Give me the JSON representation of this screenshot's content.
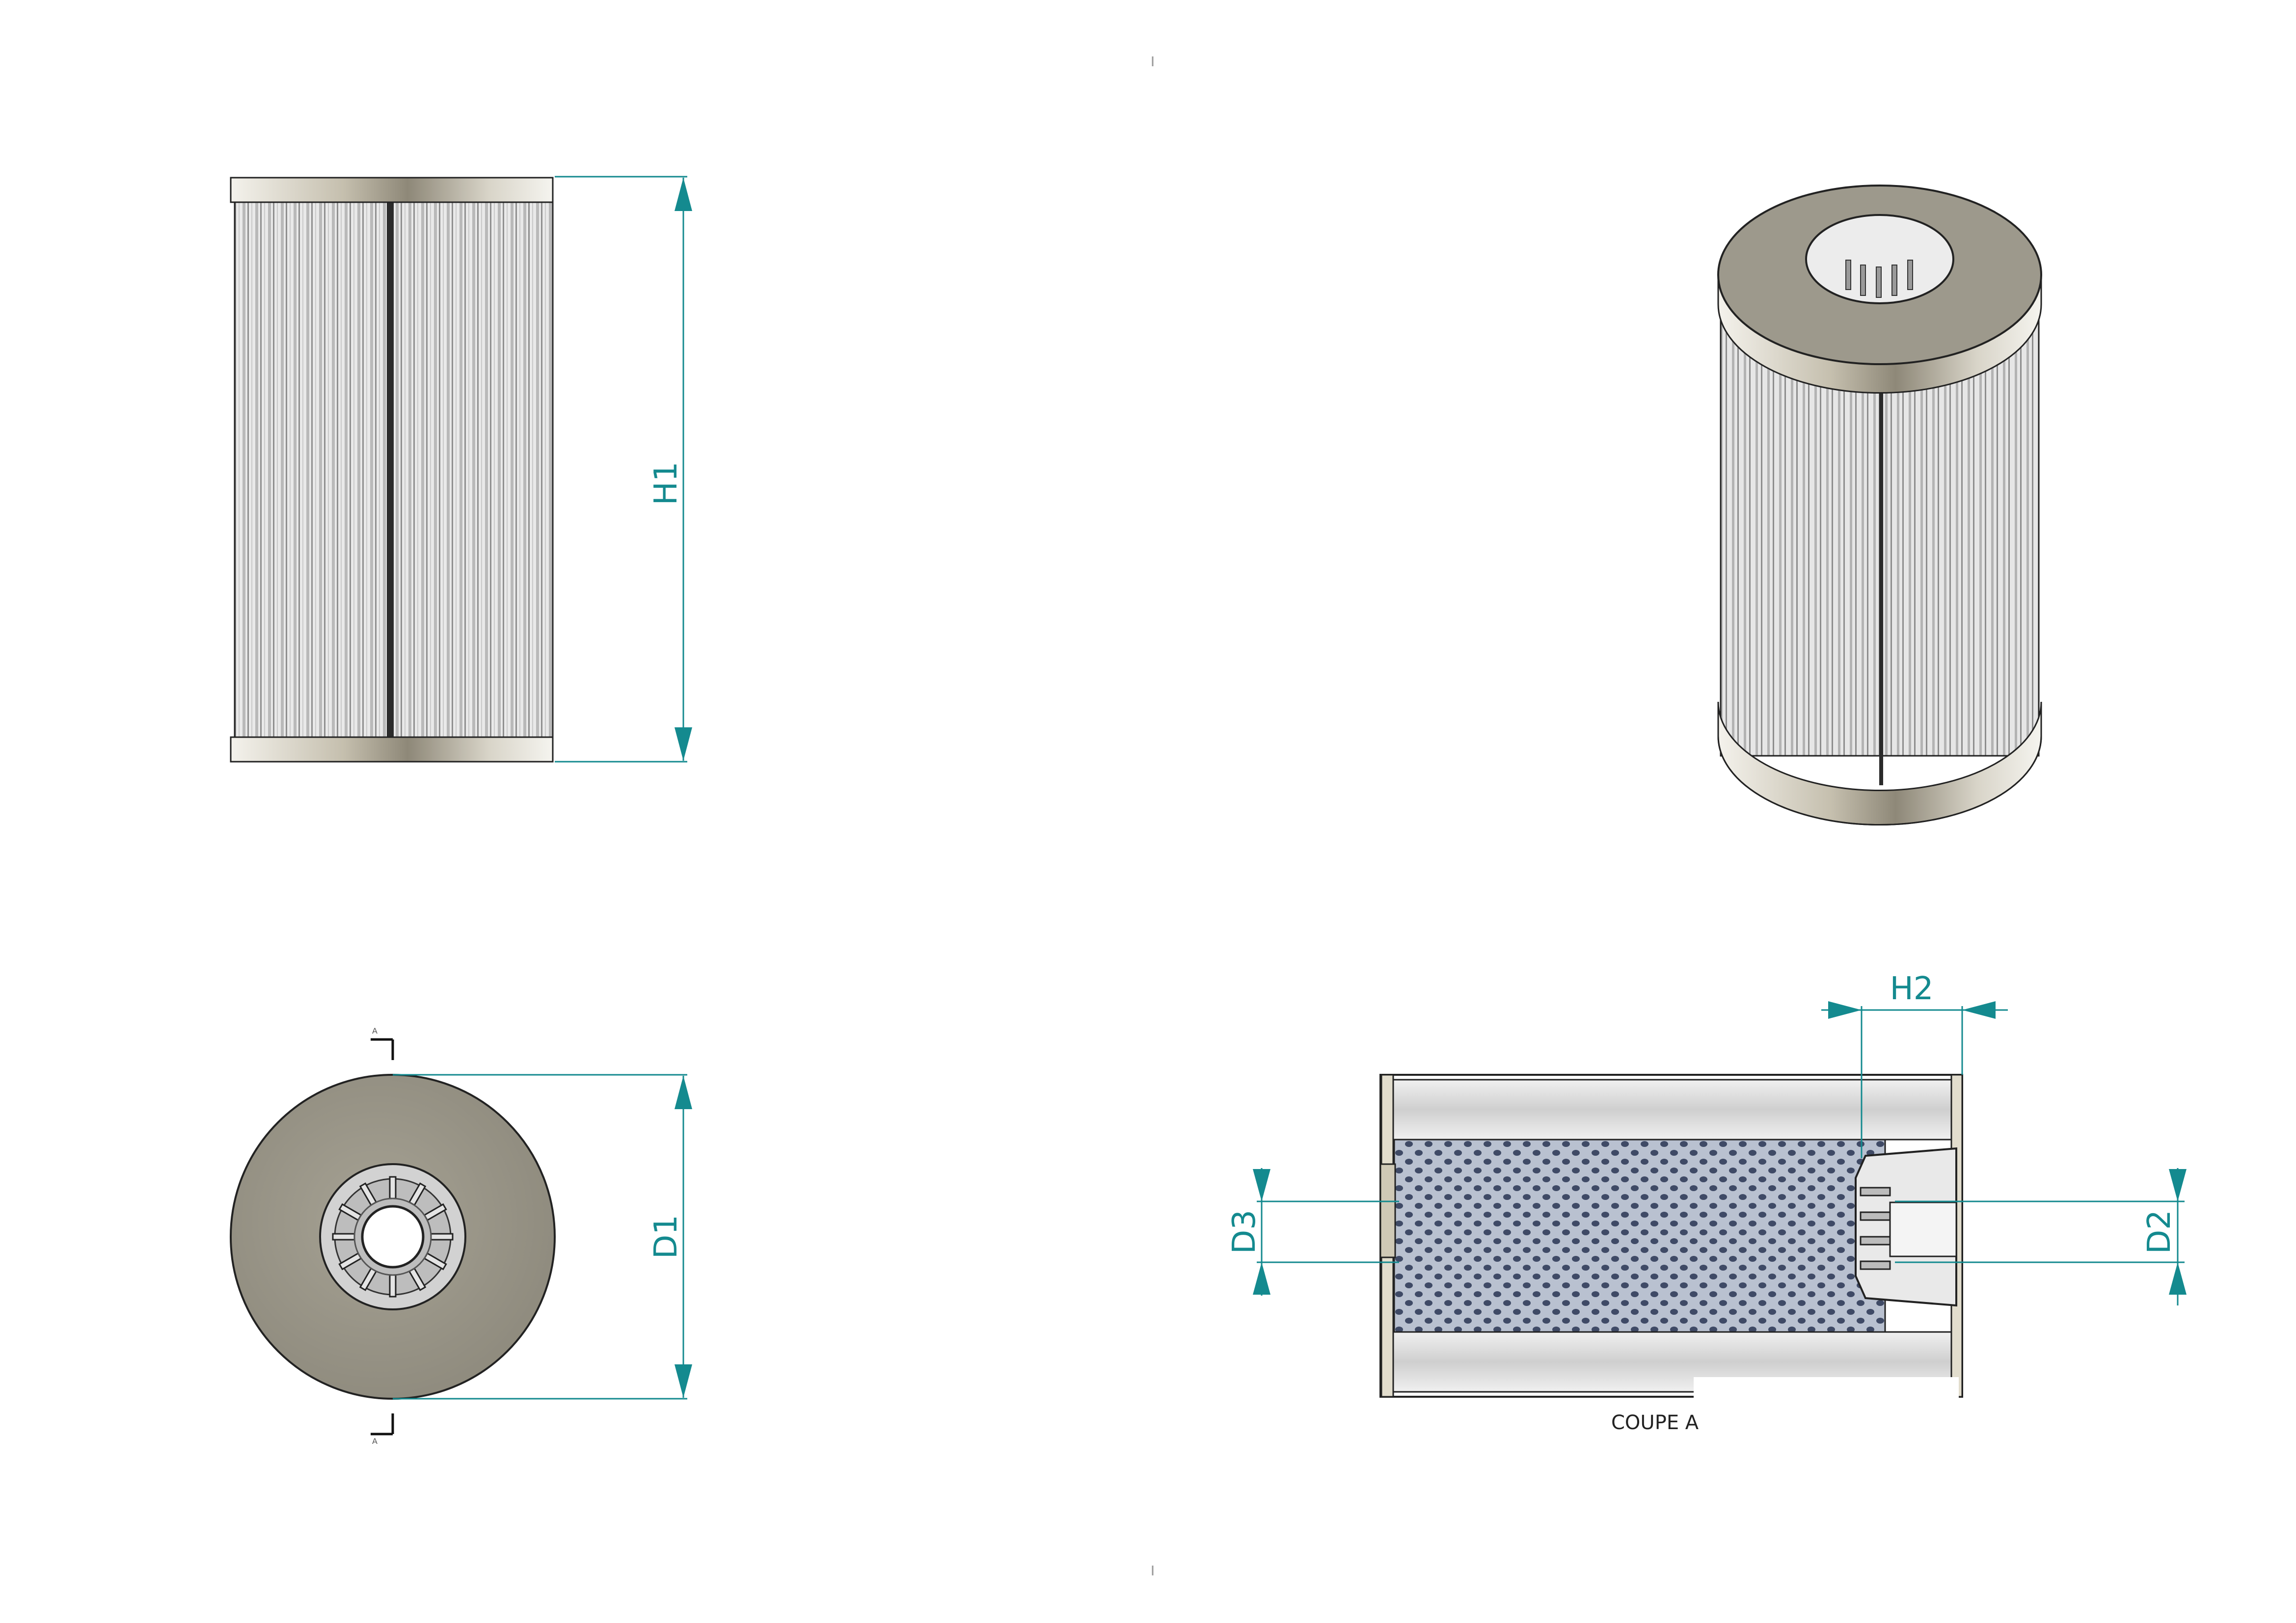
{
  "drawing": {
    "dimensions": {
      "h1": "H1",
      "d1": "D1",
      "h2": "H2",
      "d2": "D2",
      "d3": "D3"
    },
    "section_caption": "COUPE A",
    "section_marker": "A",
    "colors": {
      "dimension": "#148a8f",
      "cap_fill": "#9a968a",
      "pleat_fill": "#d9d9d9",
      "perforated_tube": "#b4bccb",
      "outline": "#222222"
    }
  }
}
